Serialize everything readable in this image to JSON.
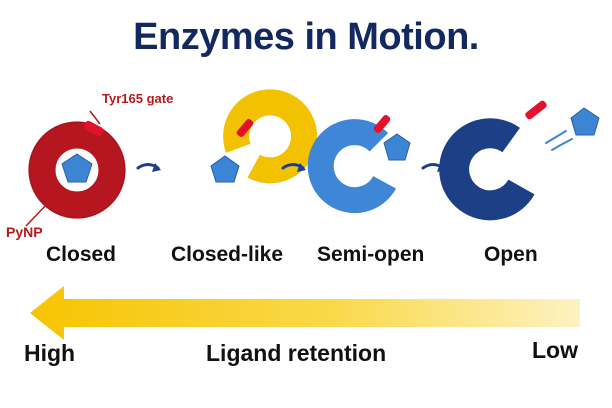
{
  "title": "Enzymes in Motion.",
  "callouts": {
    "gate": "Tyr165 gate",
    "enzyme": "PyNP"
  },
  "states": [
    {
      "label": "Closed",
      "color": "#b5161f"
    },
    {
      "label": "Closed-like",
      "color": "#f2c200"
    },
    {
      "label": "Semi-open",
      "color": "#3f86d6"
    },
    {
      "label": "Open",
      "color": "#1c3f85"
    }
  ],
  "retention_bar": {
    "title": "Ligand retention",
    "high": "High",
    "low": "Low",
    "color": "#f7cf1c"
  },
  "ligand_color": "#3c84d4",
  "gate_color": "#e3122a"
}
